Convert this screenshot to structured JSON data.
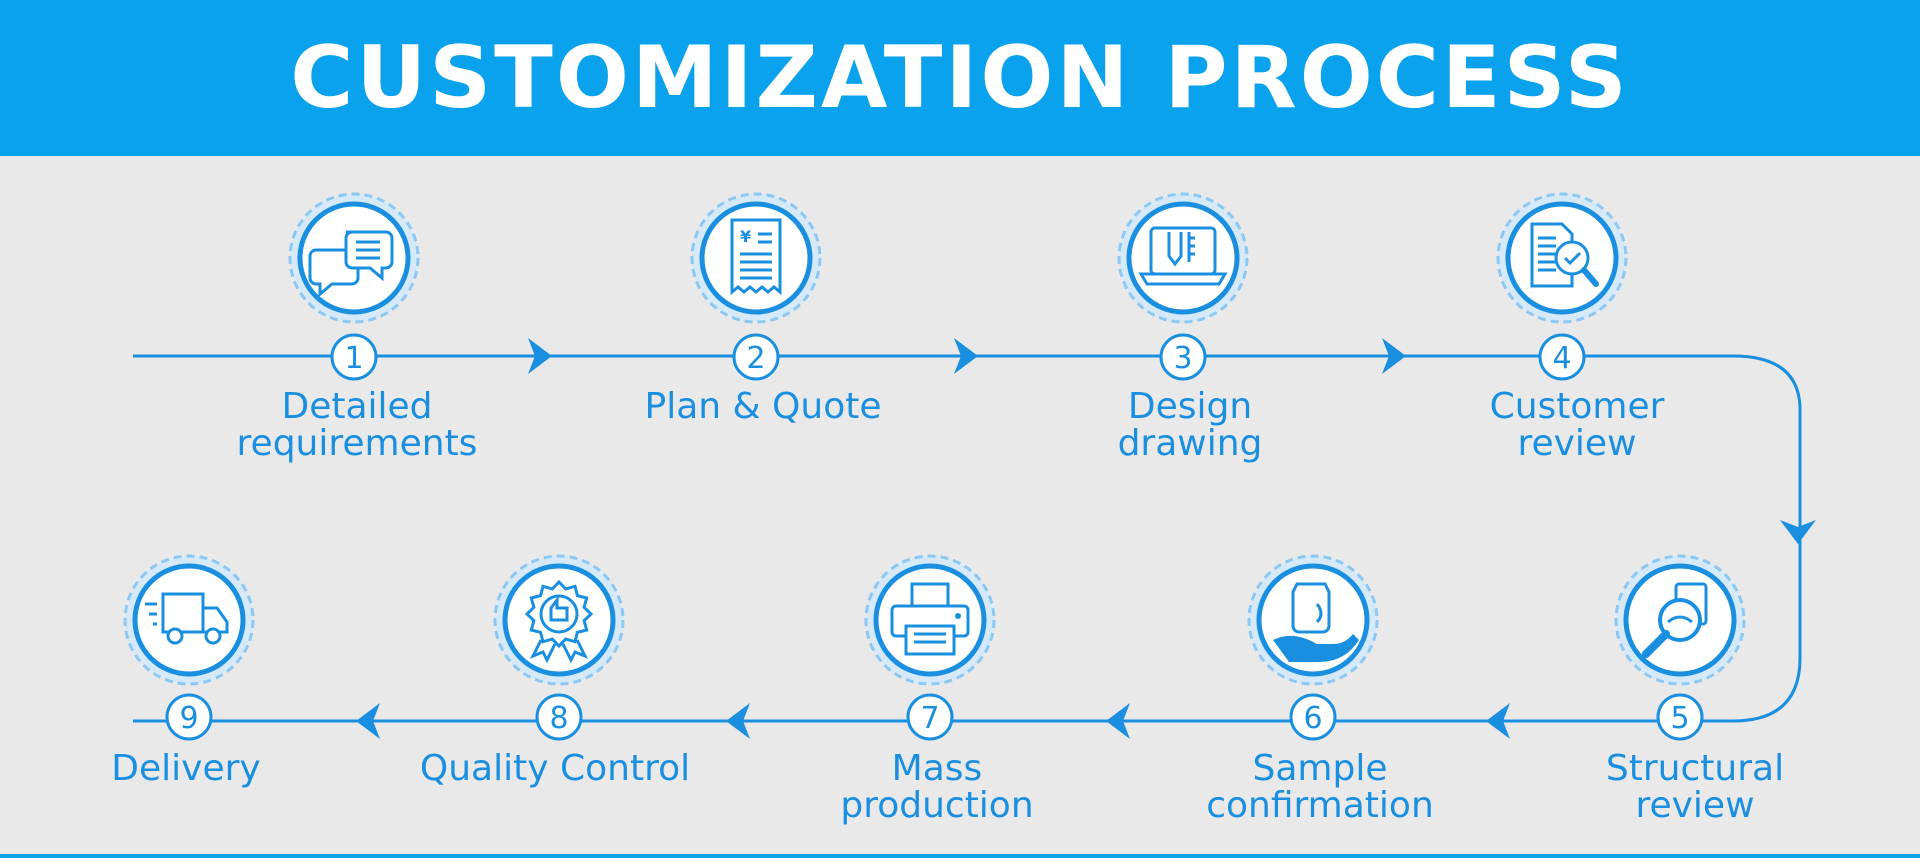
{
  "title": "CUSTOMIZATION PROCESS",
  "colors": {
    "header": "#0aa2ec",
    "accent": "#1a8fe0",
    "background": "#e9e9e9"
  },
  "steps": [
    {
      "number": "1",
      "lines": [
        "Detailed",
        "requirements"
      ],
      "icon": "chat-bubbles-icon"
    },
    {
      "number": "2",
      "lines": [
        "Plan & Quote"
      ],
      "icon": "receipt-quote-icon"
    },
    {
      "number": "3",
      "lines": [
        "Design",
        "drawing"
      ],
      "icon": "laptop-design-icon"
    },
    {
      "number": "4",
      "lines": [
        "Customer",
        "review"
      ],
      "icon": "document-review-icon"
    },
    {
      "number": "5",
      "lines": [
        "Structural",
        "review"
      ],
      "icon": "magnifier-inspect-icon"
    },
    {
      "number": "6",
      "lines": [
        "Sample",
        "confirmation"
      ],
      "icon": "hand-sample-bag-icon"
    },
    {
      "number": "7",
      "lines": [
        "Mass",
        "production"
      ],
      "icon": "printer-icon"
    },
    {
      "number": "8",
      "lines": [
        "Quality Control"
      ],
      "icon": "quality-badge-icon"
    },
    {
      "number": "9",
      "lines": [
        "Delivery"
      ],
      "icon": "delivery-truck-icon"
    }
  ]
}
